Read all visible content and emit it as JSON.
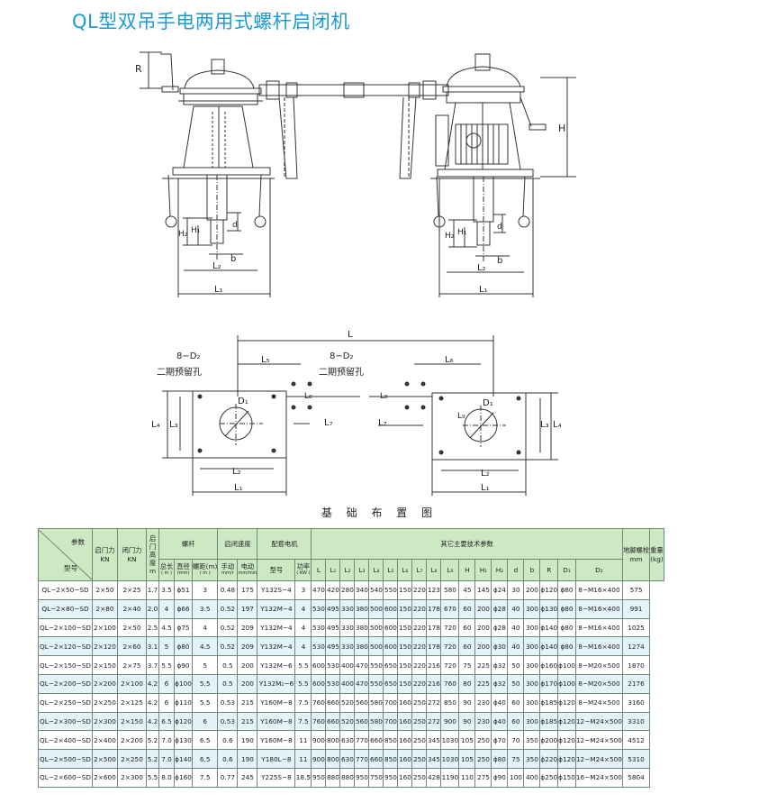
{
  "title": "QL型双吊手电两用式螺杆启闭机",
  "labels": {
    "R": "R",
    "H": "H",
    "H1": "H₁",
    "H2": "H₂",
    "d": "d",
    "b": "b",
    "L": "L",
    "L1": "L₁",
    "L2": "L₂",
    "L3": "L₃",
    "L4": "L₄",
    "L5": "L₅",
    "L6": "L₆",
    "L7": "L₇",
    "L8": "L₈",
    "L9": "L₉",
    "D1": "D₁",
    "holes": "8−D₂",
    "reserved": "二期预留孔"
  },
  "foundation_caption": "基 础 布 置 图",
  "table": {
    "param_label": "参数",
    "model_label": "型号",
    "open_force": "启门力",
    "close_force": "闭门力",
    "force_unit": "KN",
    "lift_height": "启门高度",
    "lift_unit": "m",
    "screw": "螺杆",
    "screw_len": "总长",
    "screw_len_unit": "( m )",
    "screw_dia": "直径",
    "screw_dia_unit": "(mm)",
    "screw_pitch": "螺距(m)",
    "screw_pitch_unit": "( m )",
    "speed": "启闭速度",
    "speed_manual": "手动",
    "speed_manual_unit": "mm/r",
    "speed_electric": "电动",
    "speed_electric_unit": "mm/min",
    "motor": "配套电机",
    "motor_model": "型号",
    "motor_power": "功率",
    "motor_power_unit": "( KW )",
    "other": "其它主要技术参数",
    "other_cols": [
      "L",
      "L₁",
      "L₂",
      "L₃",
      "L₄",
      "L₅",
      "L₆",
      "L₇",
      "L₈",
      "L₉",
      "H",
      "H₁",
      "H₂",
      "d",
      "b",
      "R",
      "D₁",
      "D₂"
    ],
    "bolt": "地脚螺栓",
    "bolt_unit": "mm",
    "weight": "重量",
    "weight_unit": "(kg)",
    "rows": [
      [
        "QL−2×50−SD",
        "2×50",
        "2×25",
        "1.7",
        "3.5",
        "ϕ51",
        "3",
        "0.48",
        "175",
        "Y132S−4",
        "3",
        "470",
        "420",
        "280",
        "340",
        "540",
        "550",
        "150",
        "220",
        "123",
        "580",
        "45",
        "145",
        "ϕ24",
        "30",
        "200",
        "ϕ120",
        "ϕ80",
        "8−M16×400",
        "575"
      ],
      [
        "QL−2×80−SD",
        "2×80",
        "2×40",
        "2.0",
        "4",
        "ϕ66",
        "3.5",
        "0.52",
        "197",
        "Y132M−4",
        "4",
        "530",
        "495",
        "330",
        "380",
        "500",
        "600",
        "150",
        "220",
        "178",
        "670",
        "60",
        "200",
        "ϕ28",
        "40",
        "300",
        "ϕ130",
        "ϕ80",
        "8−M16×400",
        "991"
      ],
      [
        "QL−2×100−SD",
        "2×100",
        "2×50",
        "2.5",
        "4.5",
        "ϕ75",
        "4",
        "0.52",
        "209",
        "Y132M−4",
        "4",
        "530",
        "495",
        "330",
        "380",
        "500",
        "600",
        "150",
        "220",
        "178",
        "720",
        "60",
        "200",
        "ϕ28",
        "40",
        "300",
        "ϕ140",
        "ϕ80",
        "8−M16×400",
        "1025"
      ],
      [
        "QL−2×120−SD",
        "2×120",
        "2×60",
        "3.1",
        "5",
        "ϕ80",
        "4.5",
        "0.52",
        "209",
        "Y132M−4",
        "4",
        "530",
        "495",
        "330",
        "380",
        "500",
        "600",
        "150",
        "220",
        "178",
        "720",
        "60",
        "200",
        "ϕ30",
        "40",
        "300",
        "ϕ140",
        "ϕ80",
        "8−M16×400",
        "1274"
      ],
      [
        "QL−2×150−SD",
        "2×150",
        "2×75",
        "3.7",
        "5.5",
        "ϕ90",
        "5",
        "0.5",
        "200",
        "Y132M−6",
        "5.5",
        "600",
        "530",
        "400",
        "470",
        "550",
        "650",
        "150",
        "220",
        "216",
        "720",
        "75",
        "225",
        "ϕ32",
        "50",
        "300",
        "ϕ160",
        "ϕ100",
        "8−M20×500",
        "1870"
      ],
      [
        "QL−2×200−SD",
        "2×200",
        "2×100",
        "4.2",
        "6",
        "ϕ100",
        "5.5",
        "0.5",
        "200",
        "Y132M₂−6",
        "5.5",
        "600",
        "530",
        "400",
        "470",
        "550",
        "650",
        "150",
        "220",
        "216",
        "760",
        "80",
        "225",
        "ϕ32",
        "50",
        "300",
        "ϕ170",
        "ϕ100",
        "8−M20×500",
        "2176"
      ],
      [
        "QL−2×250−SD",
        "2×250",
        "2×125",
        "4.2",
        "6",
        "ϕ110",
        "5.5",
        "0.53",
        "215",
        "Y160M−8",
        "7.5",
        "760",
        "660",
        "520",
        "560",
        "580",
        "700",
        "160",
        "250",
        "272",
        "850",
        "90",
        "230",
        "ϕ40",
        "60",
        "300",
        "ϕ185",
        "ϕ120",
        "8−M24×500",
        "3160"
      ],
      [
        "QL−2×300−SD",
        "2×300",
        "2×150",
        "4.2",
        "6.5",
        "ϕ120",
        "6",
        "0.53",
        "215",
        "Y160M−8",
        "7.5",
        "760",
        "660",
        "520",
        "560",
        "580",
        "700",
        "160",
        "250",
        "272",
        "900",
        "90",
        "230",
        "ϕ40",
        "60",
        "300",
        "ϕ185",
        "ϕ120",
        "12−M24×500",
        "3310"
      ],
      [
        "QL−2×400−SD",
        "2×400",
        "2×200",
        "5.2",
        "7.0",
        "ϕ130",
        "6.5",
        "0.6",
        "190",
        "Y160M−8",
        "11",
        "900",
        "800",
        "630",
        "770",
        "660",
        "850",
        "160",
        "250",
        "345",
        "1030",
        "105",
        "250",
        "ϕ70",
        "70",
        "350",
        "ϕ200",
        "ϕ120",
        "12−M24×500",
        "4512"
      ],
      [
        "QL−2×500−SD",
        "2×500",
        "2×250",
        "5.2",
        "7.0",
        "ϕ140",
        "6.5",
        "0.6",
        "190",
        "Y180L−8",
        "11",
        "900",
        "800",
        "630",
        "770",
        "660",
        "850",
        "160",
        "250",
        "345",
        "1030",
        "105",
        "250",
        "ϕ80",
        "75",
        "350",
        "ϕ220",
        "ϕ120",
        "12−M24×500",
        "5310"
      ],
      [
        "QL−2×600−SD",
        "2×600",
        "2×300",
        "5.5",
        "8.0",
        "ϕ160",
        "7.5",
        "0.77",
        "245",
        "Y225S−8",
        "18.5",
        "950",
        "880",
        "880",
        "950",
        "750",
        "950",
        "160",
        "250",
        "428",
        "1190",
        "110",
        "275",
        "ϕ90",
        "100",
        "400",
        "ϕ250",
        "ϕ150",
        "16−M24×500",
        "5804"
      ]
    ]
  },
  "colors": {
    "title": "#1a9bd5",
    "header_bg": "#cde9c4",
    "row_alt": "#e4f2fa",
    "line": "#333333"
  }
}
